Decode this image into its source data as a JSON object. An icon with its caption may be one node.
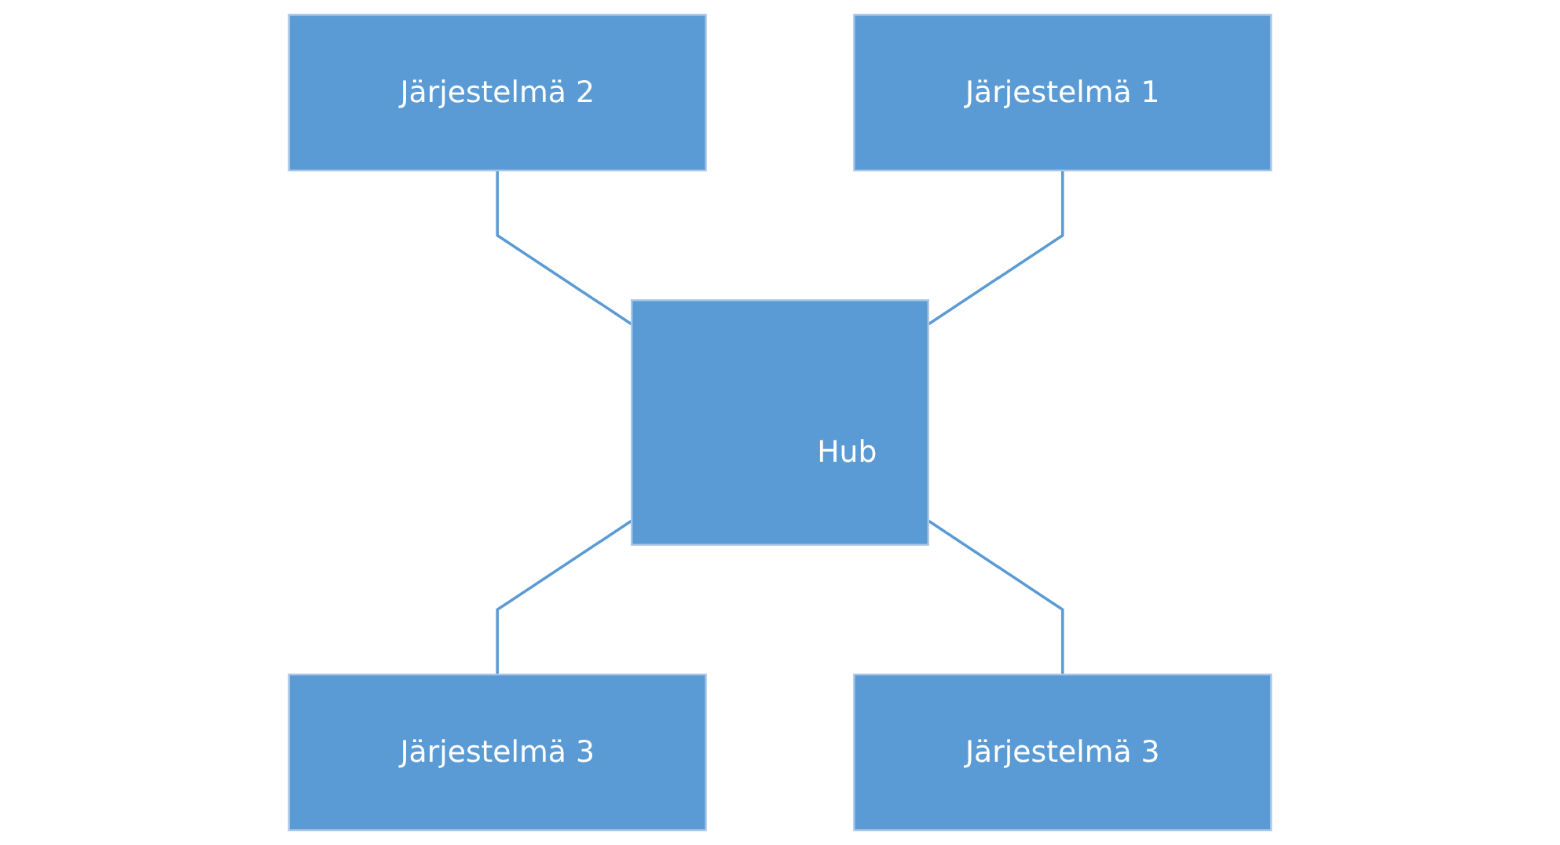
{
  "diagram": {
    "nodes": [
      {
        "text": [
          "Järjestelmä 2"
        ]
      },
      {
        "text": [
          "Järjestelmä 1"
        ]
      },
      {
        "text": [
          "Hub"
        ]
      },
      {
        "text": [
          "Järjestelmä 3"
        ]
      },
      {
        "text": [
          "Järjestelmä 3"
        ]
      }
    ],
    "edges": [
      {
        "from": 0,
        "to": 2,
        "arrow": "none"
      },
      {
        "from": 1,
        "to": 2,
        "arrow": "none"
      },
      {
        "from": 2,
        "to": 3,
        "arrow": "none"
      },
      {
        "from": 2,
        "to": 4,
        "arrow": "none"
      }
    ]
  }
}
